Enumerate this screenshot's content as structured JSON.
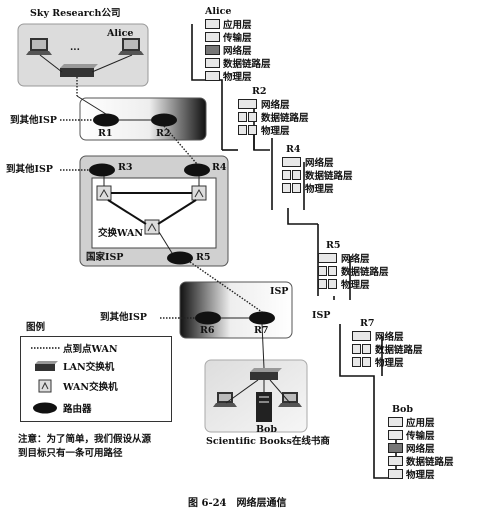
{
  "company_label": "Sky Research公司",
  "alice_pc_label": "Alice",
  "dots": "...",
  "to_other_isp": "到其他ISP",
  "routers": {
    "r1": "R1",
    "r2": "R2",
    "r3": "R3",
    "r4": "R4",
    "r5": "R5",
    "r6": "R6",
    "r7": "R7"
  },
  "switched_wan": "交换WAN",
  "national_isp": "国家ISP",
  "isp_label": "ISP",
  "bob_label": "Bob",
  "bookstore_label": "Scientific Books在线书商",
  "legend": {
    "title": "图例",
    "p2p_wan": "点到点WAN",
    "lan_switch": "LAN交换机",
    "wan_switch": "WAN交换机",
    "router": "路由器"
  },
  "note_line1": "注意：为了简单，我们假设从源",
  "note_line2": "到目标只有一条可用路径",
  "caption": "图 6-24　网络层通信",
  "stacks": {
    "alice": {
      "title": "Alice",
      "layers": [
        "应用层",
        "传输层",
        "网络层",
        "数据链路层",
        "物理层"
      ]
    },
    "r2": {
      "title": "R2",
      "layers": [
        "网络层",
        "数据链路层",
        "物理层"
      ]
    },
    "r4": {
      "title": "R4",
      "layers": [
        "网络层",
        "数据链路层",
        "物理层"
      ]
    },
    "r5": {
      "title": "R5",
      "layers": [
        "网络层",
        "数据链路层",
        "物理层"
      ]
    },
    "r7": {
      "title": "R7",
      "layers": [
        "网络层",
        "数据链路层",
        "物理层"
      ]
    },
    "bob": {
      "title": "Bob",
      "layers": [
        "应用层",
        "传输层",
        "网络层",
        "数据链路层",
        "物理层"
      ]
    }
  },
  "isp_between_stacks": "ISP"
}
